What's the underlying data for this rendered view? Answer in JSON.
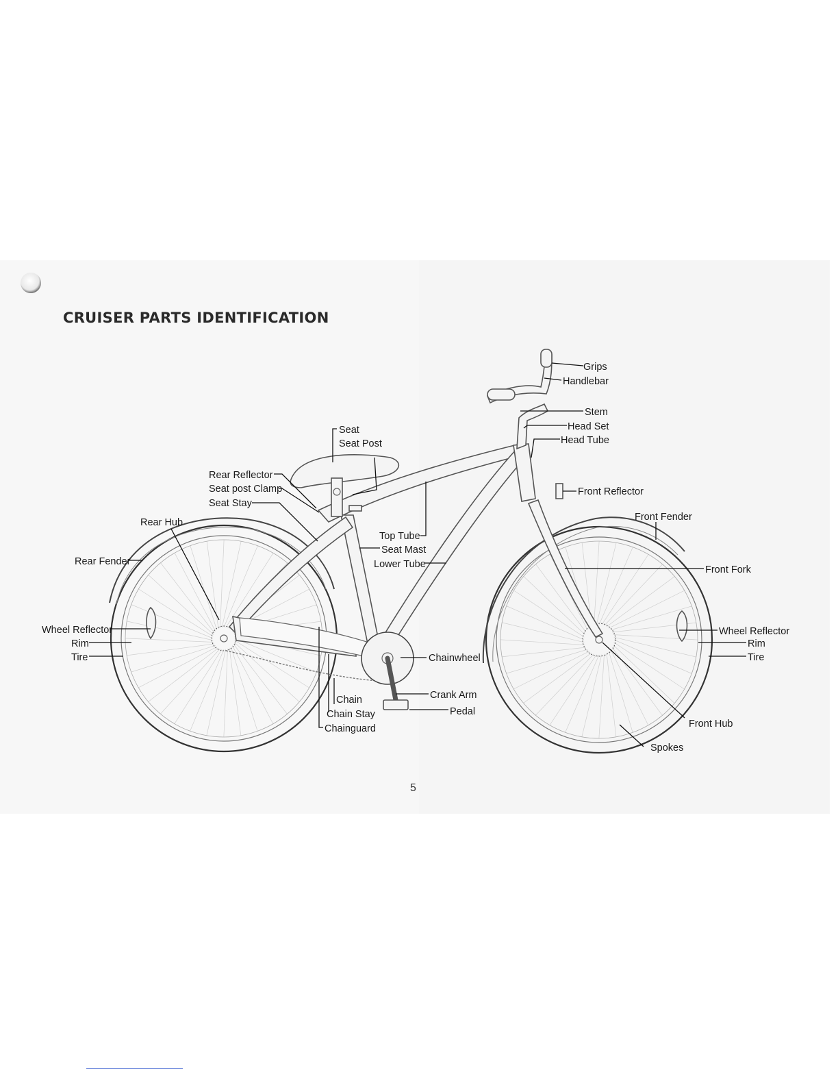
{
  "page": {
    "title": "CRUISER PARTS IDENTIFICATION",
    "page_number": "5"
  },
  "labels": {
    "grips": "Grips",
    "handlebar": "Handlebar",
    "stem": "Stem",
    "head_set": "Head Set",
    "head_tube": "Head Tube",
    "front_reflector": "Front Reflector",
    "front_fender": "Front Fender",
    "front_fork": "Front Fork",
    "wheel_reflector_front": "Wheel Reflector",
    "rim_front": "Rim",
    "tire_front": "Tire",
    "front_hub": "Front Hub",
    "spokes": "Spokes",
    "seat": "Seat",
    "seat_post": "Seat Post",
    "rear_reflector": "Rear Reflector",
    "seat_post_clamp": "Seat post Clamp",
    "seat_stay": "Seat Stay",
    "rear_hub": "Rear Hub",
    "top_tube": "Top Tube",
    "seat_mast": "Seat Mast",
    "lower_tube": "Lower Tube",
    "rear_fender": "Rear Fender",
    "wheel_reflector_rear": "Wheel Reflector",
    "rim_rear": "Rim",
    "tire_rear": "Tire",
    "chainwheel": "Chainwheel",
    "crank_arm": "Crank Arm",
    "pedal": "Pedal",
    "chain": "Chain",
    "chain_stay": "Chain Stay",
    "chainguard": "Chainguard"
  }
}
